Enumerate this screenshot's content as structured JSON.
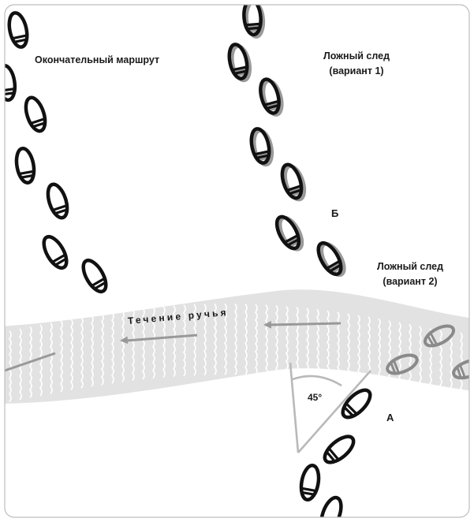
{
  "labels": {
    "final_route": "Окончательный маршрут",
    "false_trail_1_line1": "Ложный след",
    "false_trail_1_line2": "(вариант 1)",
    "false_trail_2_line1": "Ложный след",
    "false_trail_2_line2": "(вариант 2)",
    "stream_flow": "Течение ручья",
    "angle": "45°",
    "point_a": "А",
    "point_b": "Б"
  },
  "colors": {
    "stream": "#e2e2e2",
    "ripple": "#ffffff",
    "footprint": "#111111",
    "footprint_shadow": "#9a9a9a",
    "water_footprint": "#8a8a8a",
    "arrow": "#999999",
    "angle_lines": "#b9b9b9",
    "frame": "#bdbdbd"
  },
  "icons": {
    "footprint": "shoe-print-icon",
    "arrow": "left-arrow-icon"
  }
}
